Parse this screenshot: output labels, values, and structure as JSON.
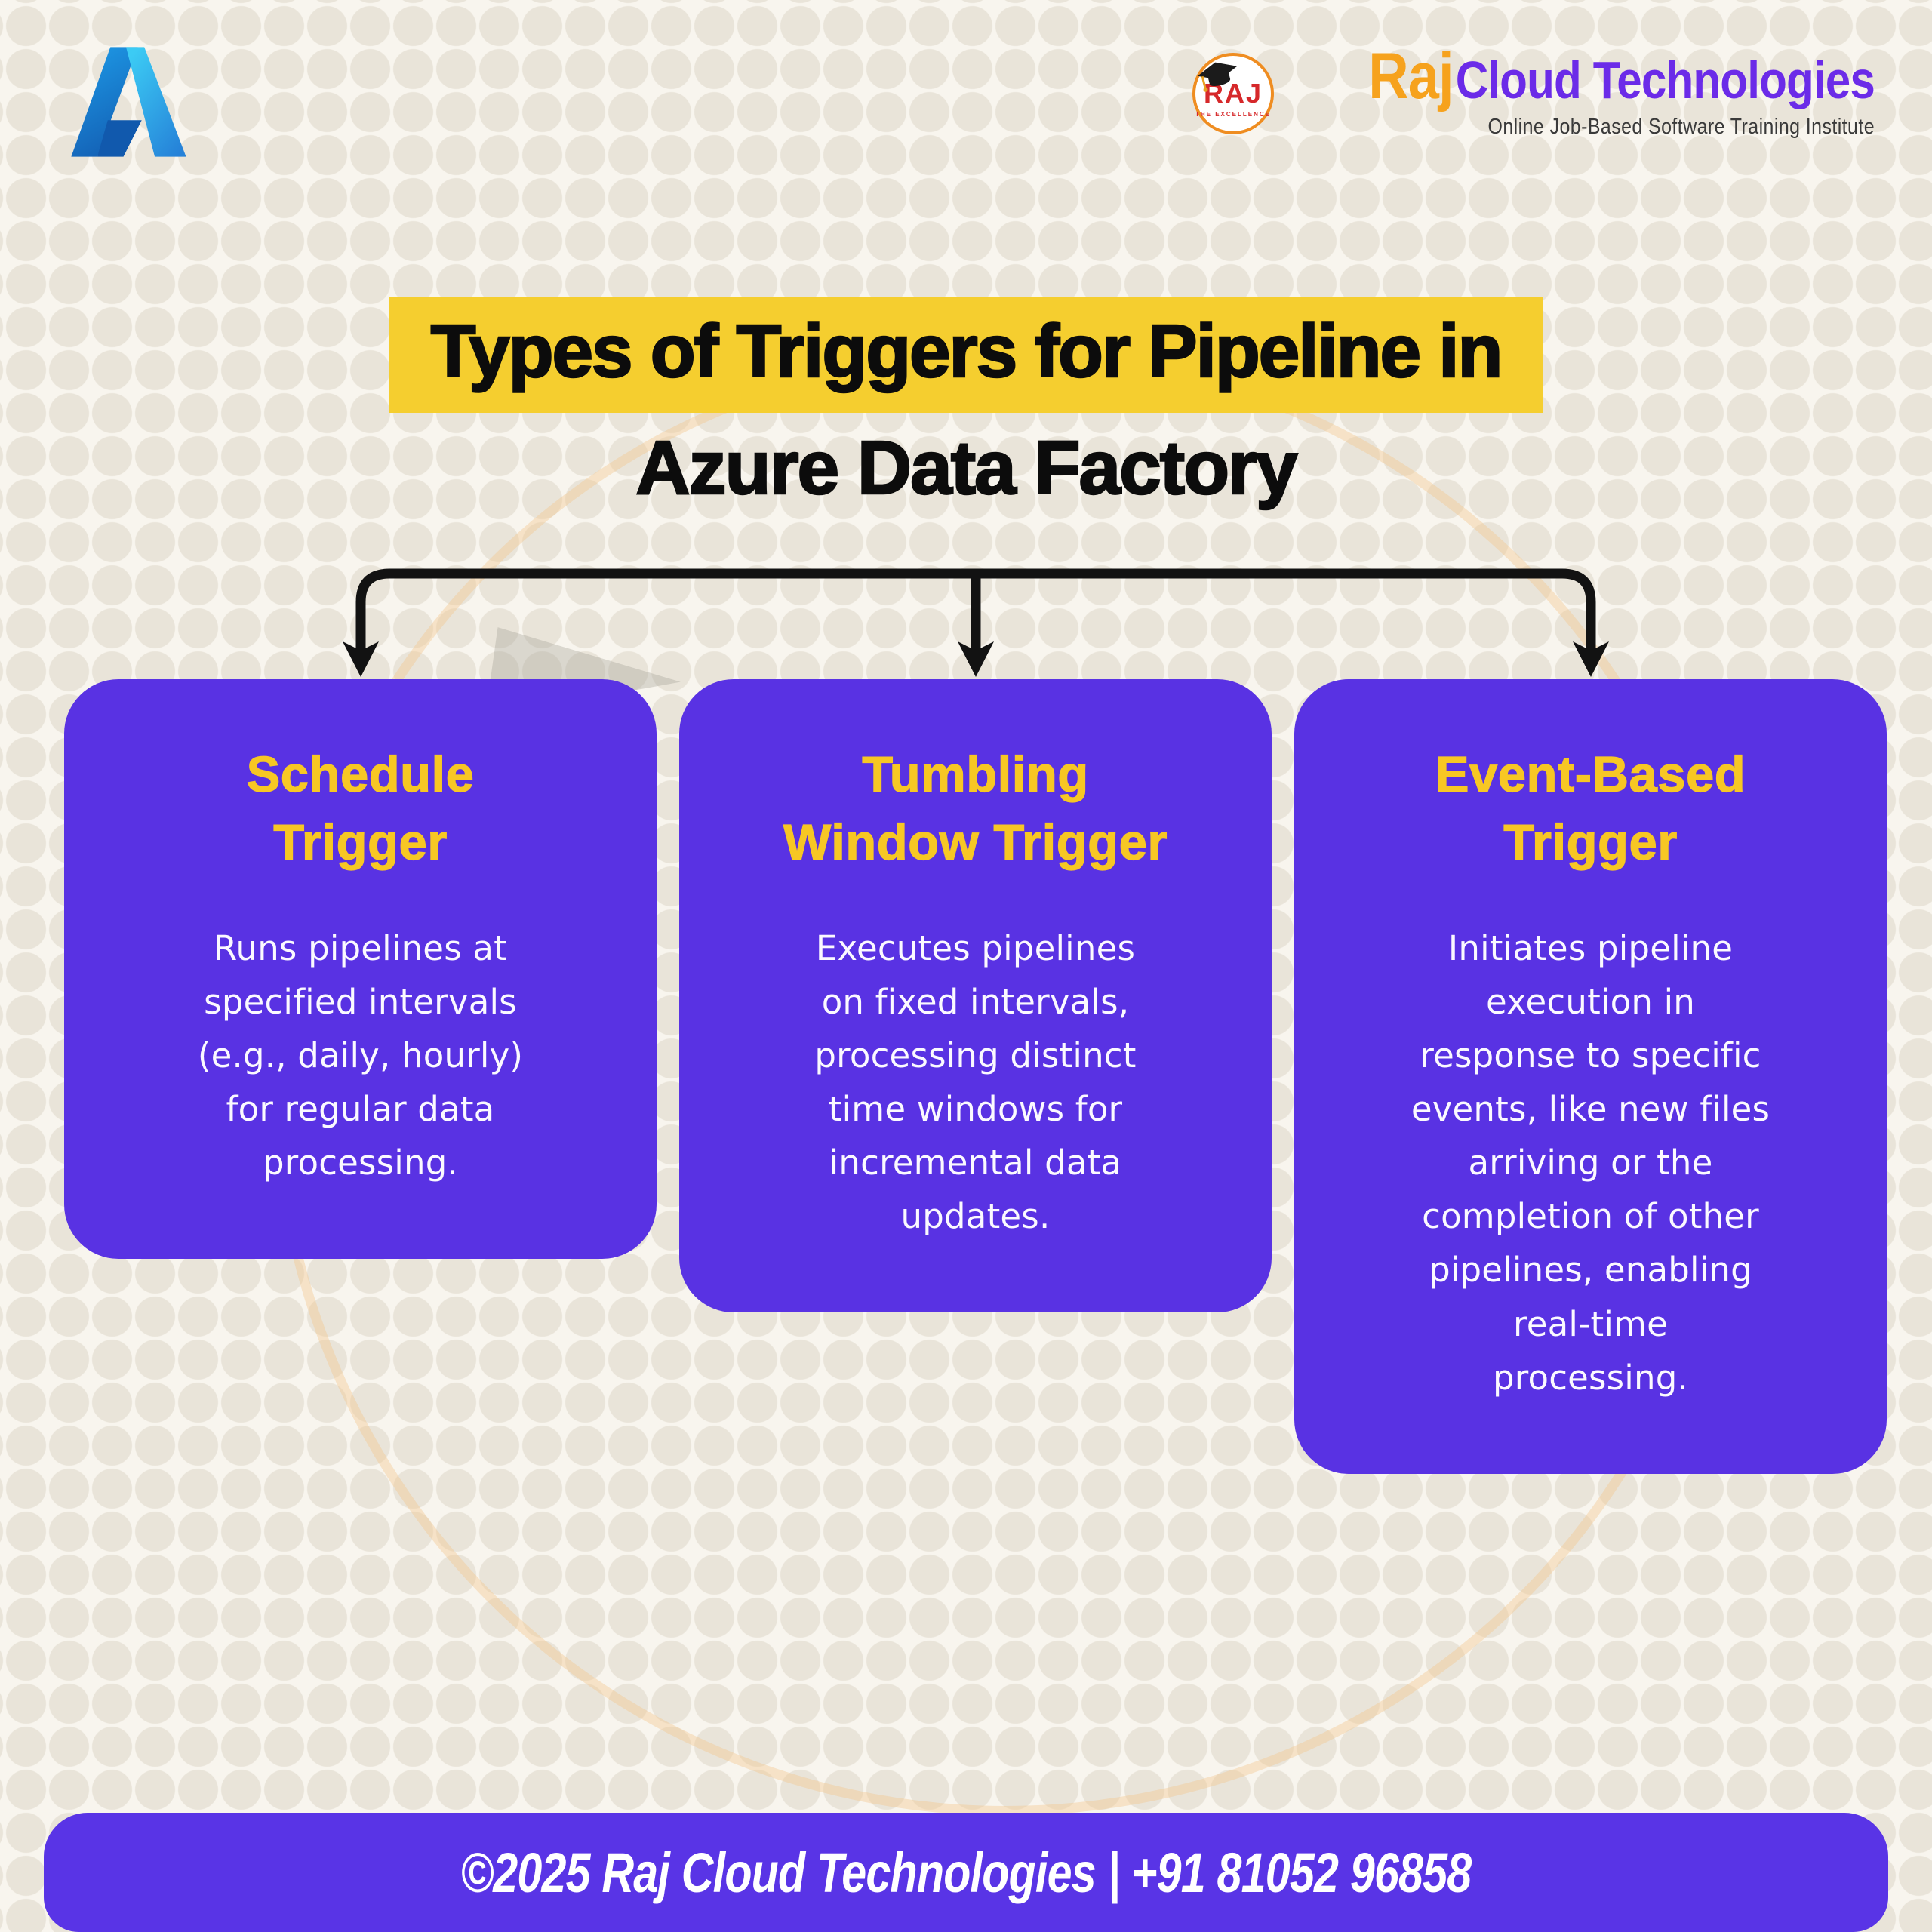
{
  "header": {
    "azure_logo": "azure-a-logo",
    "brand": {
      "badge_text": "RAJ",
      "badge_sub": "THE EXCELLENCE",
      "badge_icon": "graduation-cap-icon",
      "name_first": "Raj",
      "name_rest": "Cloud Technologies",
      "tagline": "Online Job-Based Software Training Institute"
    }
  },
  "title": {
    "line1": "Types of Triggers for Pipeline in",
    "line2": "Azure Data Factory"
  },
  "cards": [
    {
      "title": "Schedule\nTrigger",
      "body": "Runs pipelines at\nspecified intervals\n(e.g., daily, hourly)\nfor regular data\nprocessing."
    },
    {
      "title": "Tumbling\nWindow Trigger",
      "body": "Executes pipelines\non fixed intervals,\nprocessing distinct\ntime windows for\nincremental data\nupdates."
    },
    {
      "title": "Event-Based\nTrigger",
      "body": "Initiates pipeline\nexecution in\nresponse to specific\nevents, like new files\narriving or the\ncompletion of other\npipelines, enabling\nreal-time\nprocessing."
    }
  ],
  "footer": {
    "text": "©2025 Raj Cloud Technologies | +91 81052 96858"
  },
  "colors": {
    "purple": "#5932E3",
    "purple_footer": "#5934E6",
    "yellow_band": "#F5CE2F",
    "yellow_heading": "#F7C724",
    "background": "#F8F5EE",
    "dot": "#E9E4D9",
    "arrow_black": "#121212",
    "brand_orange": "#F6A21D",
    "brand_purple": "#6B2BE8",
    "badge_red": "#D6282A"
  }
}
